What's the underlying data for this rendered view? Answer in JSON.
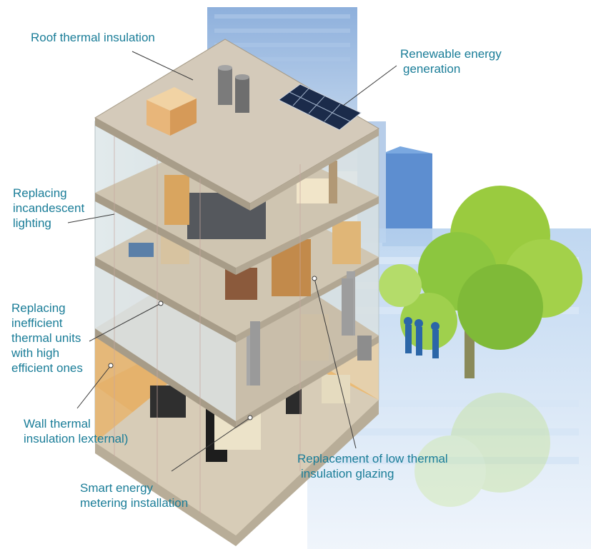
{
  "labels": {
    "roof_insulation": "Roof thermal insulation",
    "renewable_line1": "Renewable energy",
    "renewable_line2": "generation",
    "lighting_line1": "Replacing",
    "lighting_line2": "incandescent",
    "lighting_line3": "lighting",
    "thermal_units_line1": "Replacing",
    "thermal_units_line2": "inefficient",
    "thermal_units_line3": "thermal units",
    "thermal_units_line4": "with high",
    "thermal_units_line5": "efficient ones",
    "wall_line1": "Wall thermal",
    "wall_line2": "insulation lexternal)",
    "metering_line1": "Smart energy",
    "metering_line2": "metering installation",
    "glazing_line1": "Replacement of low thermal",
    "glazing_line2": "insulation glazing"
  },
  "colors": {
    "label_text": "#1a7d98",
    "leader_line": "#3a3a3a",
    "floor_slab": "#cfc6b4",
    "sky_building": "#8fb4dd",
    "tree_green": "#8cc63f",
    "wall_accent": "#e9a657"
  }
}
